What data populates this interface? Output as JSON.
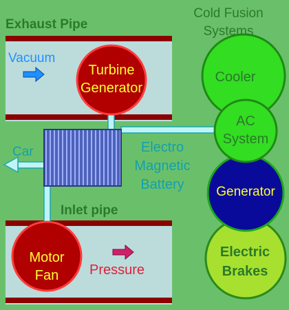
{
  "labels": {
    "exhaust_pipe": "Exhaust Pipe",
    "vacuum": "Vacuum",
    "turbine_line1": "Turbine",
    "turbine_line2": "Generator",
    "cold_fusion_line1": "Cold Fusion",
    "cold_fusion_line2": "Systems",
    "cooler": "Cooler",
    "ac_line1": "AC",
    "ac_line2": "System",
    "car": "Car",
    "battery_line1": "Electro",
    "battery_line2": "Magnetic",
    "battery_line3": "Battery",
    "generator": "Generator",
    "inlet_pipe": "Inlet pipe",
    "motor_line1": "Motor",
    "motor_line2": "Fan",
    "pressure": "Pressure",
    "brakes_line1": "Electric",
    "brakes_line2": "Brakes"
  },
  "colors": {
    "background": "#6ac06a",
    "pipe_fill": "#bcdcdc",
    "pipe_rail": "#8b0000",
    "rotor_fill": "#b00000",
    "rotor_outline": "#ff3b3b",
    "rotor_text": "#ffff33",
    "heading_text": "#2a7a2a",
    "cyan_text": "#12a0b0",
    "blue_arrow": "#1e90ff",
    "pink_arrow": "#d0206a",
    "battery_fill": "#4d62b8",
    "cooler_fill": "#33dd22",
    "generator_fill": "#0a0a9a",
    "brakes_fill": "#a8e030"
  }
}
